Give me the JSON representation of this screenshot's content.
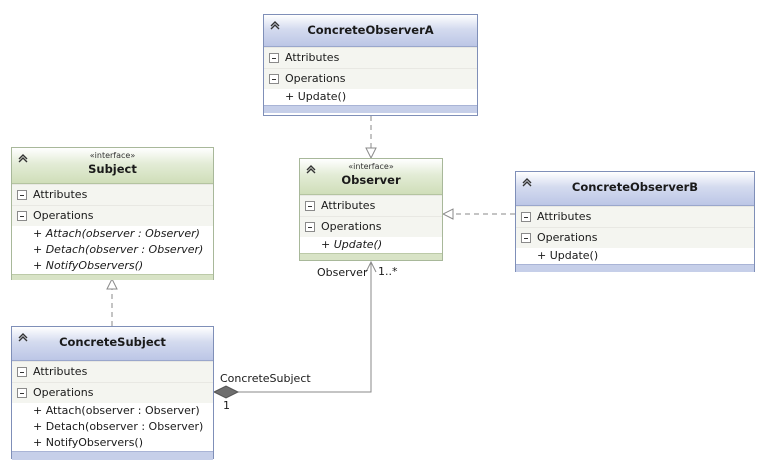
{
  "colors": {
    "interface_header": "#d0deb9",
    "class_header": "#bcc6e6",
    "line": "#8a8a8a",
    "diamond": "#6e6e6e"
  },
  "sections": {
    "attributes": "Attributes",
    "operations": "Operations"
  },
  "classes": {
    "concrete_observer_a": {
      "name": "ConcreteObserverA",
      "operations": [
        "+ Update()"
      ]
    },
    "subject": {
      "stereotype": "«interface»",
      "name": "Subject",
      "operations": [
        "+ Attach(observer : Observer)",
        "+ Detach(observer : Observer)",
        "+ NotifyObservers()"
      ]
    },
    "observer": {
      "stereotype": "«interface»",
      "name": "Observer",
      "operations": [
        "+ Update()"
      ]
    },
    "concrete_observer_b": {
      "name": "ConcreteObserverB",
      "operations": [
        "+ Update()"
      ]
    },
    "concrete_subject": {
      "name": "ConcreteSubject",
      "operations": [
        "+ Attach(observer : Observer)",
        "+ Detach(observer : Observer)",
        "+ NotifyObservers()"
      ]
    }
  },
  "association": {
    "observer_role": "Observer",
    "observer_multiplicity": "1..*",
    "subject_role": "ConcreteSubject",
    "subject_multiplicity": "1"
  }
}
